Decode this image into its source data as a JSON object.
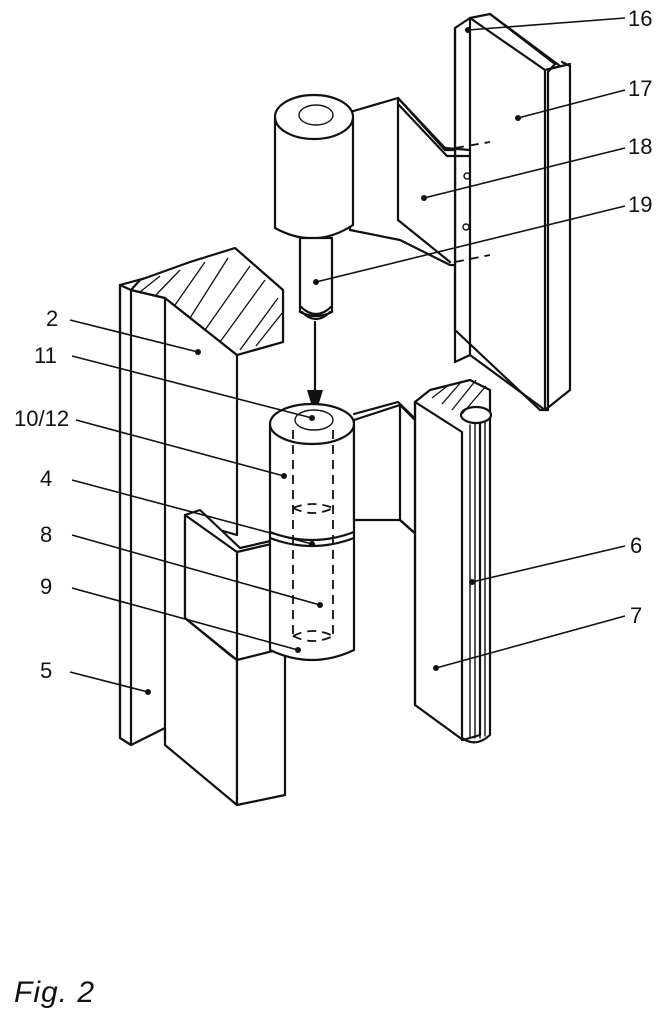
{
  "figure": {
    "caption": "Fig. 2",
    "labels": {
      "l16": "16",
      "l17": "17",
      "l18": "18",
      "l19": "19",
      "l2": "2",
      "l11": "11",
      "l10_12": "10/12",
      "l4": "4",
      "l8": "8",
      "l9": "9",
      "l5": "5",
      "l6": "6",
      "l7": "7"
    }
  }
}
